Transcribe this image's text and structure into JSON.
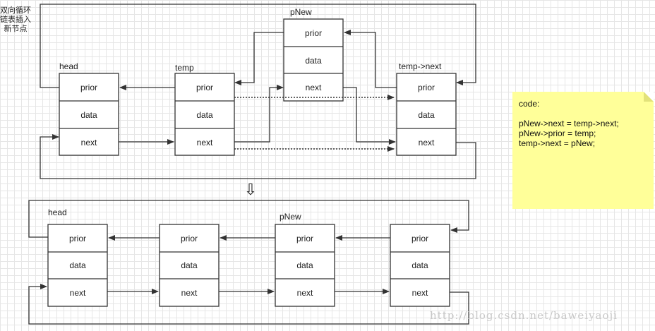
{
  "title": "双向循环链表插入新节点",
  "fields": {
    "prior": "prior",
    "data": "data",
    "next": "next"
  },
  "before": {
    "nodes": [
      "head",
      "temp",
      "pNew",
      "temp->next"
    ]
  },
  "after": {
    "nodes": [
      "head",
      "",
      "pNew",
      ""
    ]
  },
  "arrow_glyph": "⇩",
  "code": {
    "header": "code:",
    "lines": [
      "pNew->next = temp->next;",
      "pNew->prior = temp;",
      "temp->next = pNew;"
    ]
  },
  "watermark": "http://blog.csdn.net/baweiyaoji",
  "colors": {
    "stroke": "#333333",
    "note": "#ffff99"
  }
}
